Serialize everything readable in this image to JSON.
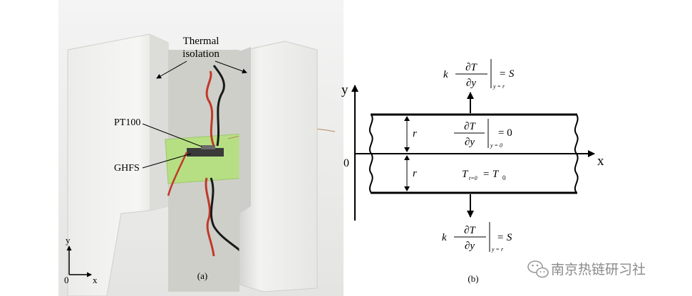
{
  "panel_a": {
    "caption": "(a)",
    "label_thermal_line1": "Thermal",
    "label_thermal_line2": "isolation",
    "label_pt100": "PT100",
    "label_ghfs": "GHFS",
    "axis_y": "y",
    "axis_x": "x",
    "axis_origin": "0"
  },
  "panel_b": {
    "caption": "(b)",
    "axis_y": "y",
    "axis_x": "x",
    "origin": "0",
    "half_thickness": "r",
    "top_bc": {
      "k": "k",
      "num": "∂T",
      "den": "∂y",
      "sub": "y = r",
      "rhs": "= S"
    },
    "mid_bc": {
      "num": "∂T",
      "den": "∂y",
      "sub": "y = 0",
      "rhs": "= 0"
    },
    "init": {
      "lhs": "T",
      "lhs_sub": "t=0",
      "eq": "= T",
      "rhs_sub": "0"
    },
    "bottom_bc": {
      "k": "k",
      "num": "∂T",
      "den": "∂y",
      "sub": "y = r",
      "rhs": "= S"
    }
  },
  "watermark": {
    "text": "南京热链研习社",
    "icon": "wechat-icon"
  }
}
